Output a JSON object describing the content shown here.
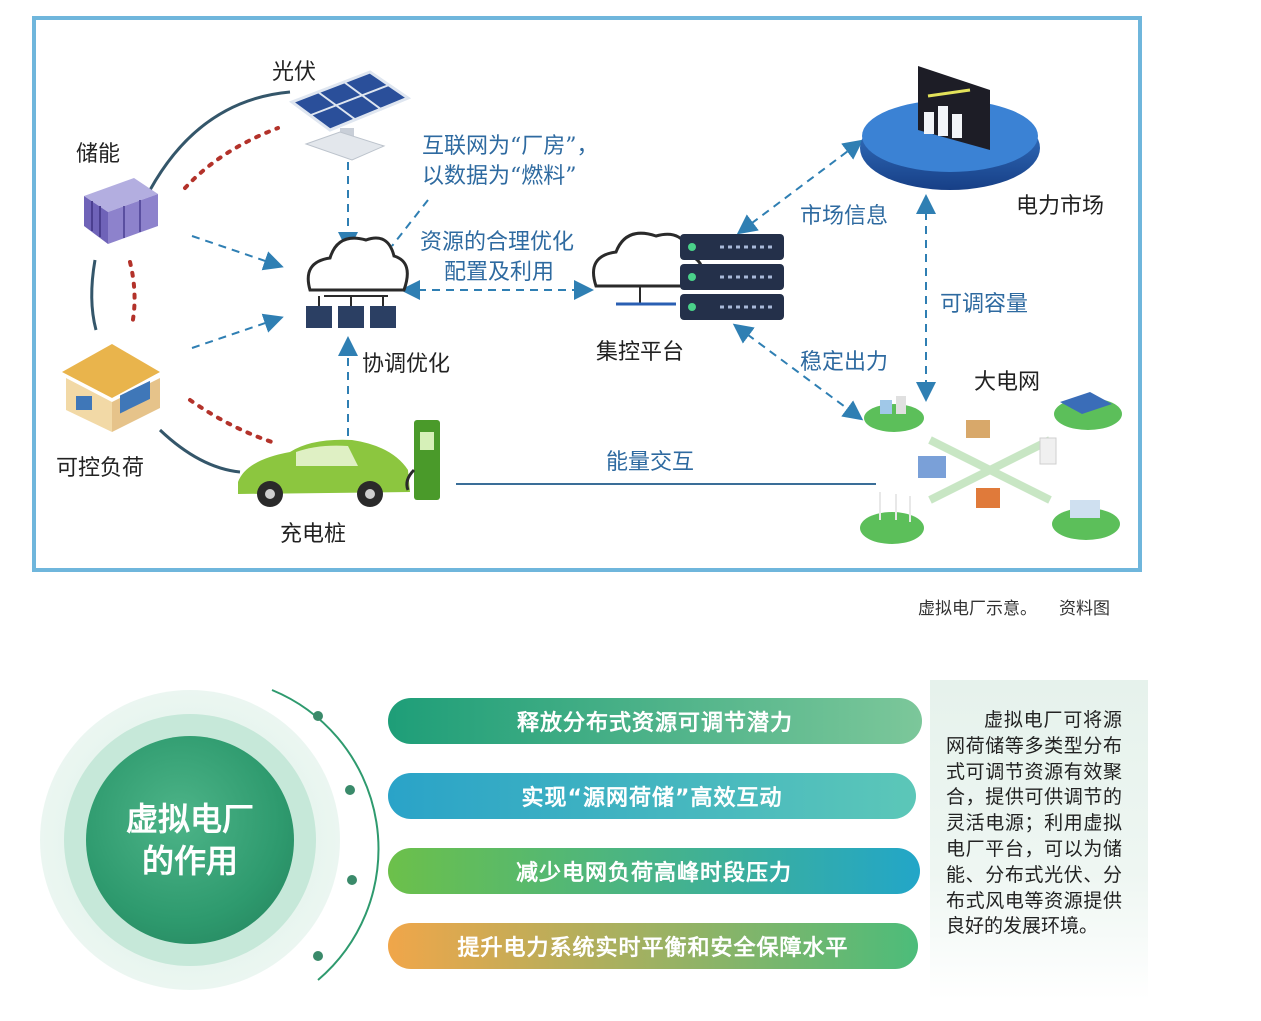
{
  "diagram": {
    "nodes": {
      "pv": "光伏",
      "storage": "储能",
      "load": "可控负荷",
      "charger": "充电桩",
      "coordinate": "协调优化",
      "platform": "集控平台",
      "market": "电力市场",
      "grid": "大电网"
    },
    "annotations": {
      "internet_line1": "互联网为“厂房”，",
      "internet_line2": "以数据为“燃料”",
      "resource_line1": "资源的合理优化",
      "resource_line2": "配置及利用",
      "market_info": "市场信息",
      "adjust_capacity": "可调容量",
      "stable_output": "稳定出力",
      "energy_exchange": "能量交互"
    }
  },
  "caption": {
    "text": "虚拟电厂示意。",
    "source": "资料图"
  },
  "roles": {
    "title": "虚拟电厂的作用",
    "items": [
      {
        "label": "释放分布式资源可调节潜力",
        "color_from": "#1e9e78",
        "color_to": "#7cc79a"
      },
      {
        "label": "实现“源网荷储”高效互动",
        "color_from": "#2aa3c8",
        "color_to": "#5cc7b8"
      },
      {
        "label": "减少电网负荷高峰时段压力",
        "color_from": "#6cc04a",
        "color_to": "#22a6c8"
      },
      {
        "label": "提升电力系统实时平衡和安全保障水平",
        "color_from": "#f0a64a",
        "color_to": "#4cbc7a"
      }
    ],
    "description": "虚拟电厂可将源网荷储等多类型分布式可调节资源有效聚合，提供可供调节的灵活电源；利用虚拟电厂平台，可以为储能、分布式光伏、分布式风电等资源提供良好的发展环境。"
  },
  "colors": {
    "frame_border": "#6fb6dc",
    "arrow_blue": "#2f7fb3",
    "dotted_red": "#b3322a",
    "curve_dark": "#34566a",
    "car_green": "#8cc63f",
    "market_blue": "#1f5fa8",
    "circle_green": "#2e9a6e"
  }
}
